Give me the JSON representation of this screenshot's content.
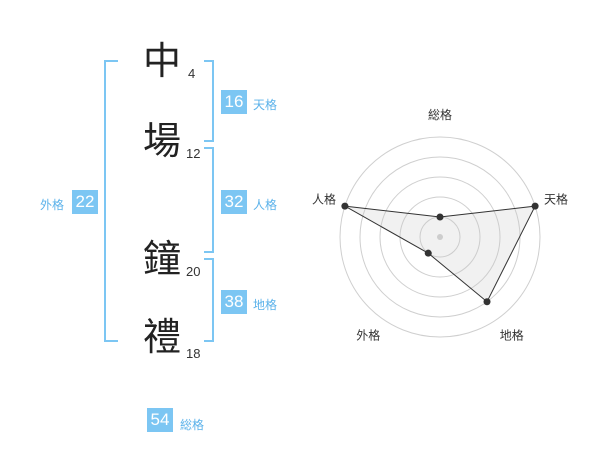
{
  "name": {
    "chars": [
      {
        "kanji": "中",
        "strokes": "4"
      },
      {
        "kanji": "場",
        "strokes": "12"
      },
      {
        "kanji": "鐘",
        "strokes": "20"
      },
      {
        "kanji": "禮",
        "strokes": "18"
      }
    ]
  },
  "fortune": {
    "tenkaku": {
      "value": "16",
      "label": "天格"
    },
    "jinkaku": {
      "value": "32",
      "label": "人格"
    },
    "chikaku": {
      "value": "38",
      "label": "地格"
    },
    "gaikaku": {
      "value": "22",
      "label": "外格"
    },
    "soukaku": {
      "value": "54",
      "label": "総格"
    }
  },
  "colors": {
    "accent": "#7cc6f3",
    "accent_text": "#5bb2ea"
  },
  "chart_data": {
    "type": "radar",
    "axes": [
      "総格",
      "天格",
      "地格",
      "外格",
      "人格"
    ],
    "levels": 5,
    "values": [
      1,
      5,
      4,
      1,
      5
    ],
    "max": 5
  }
}
